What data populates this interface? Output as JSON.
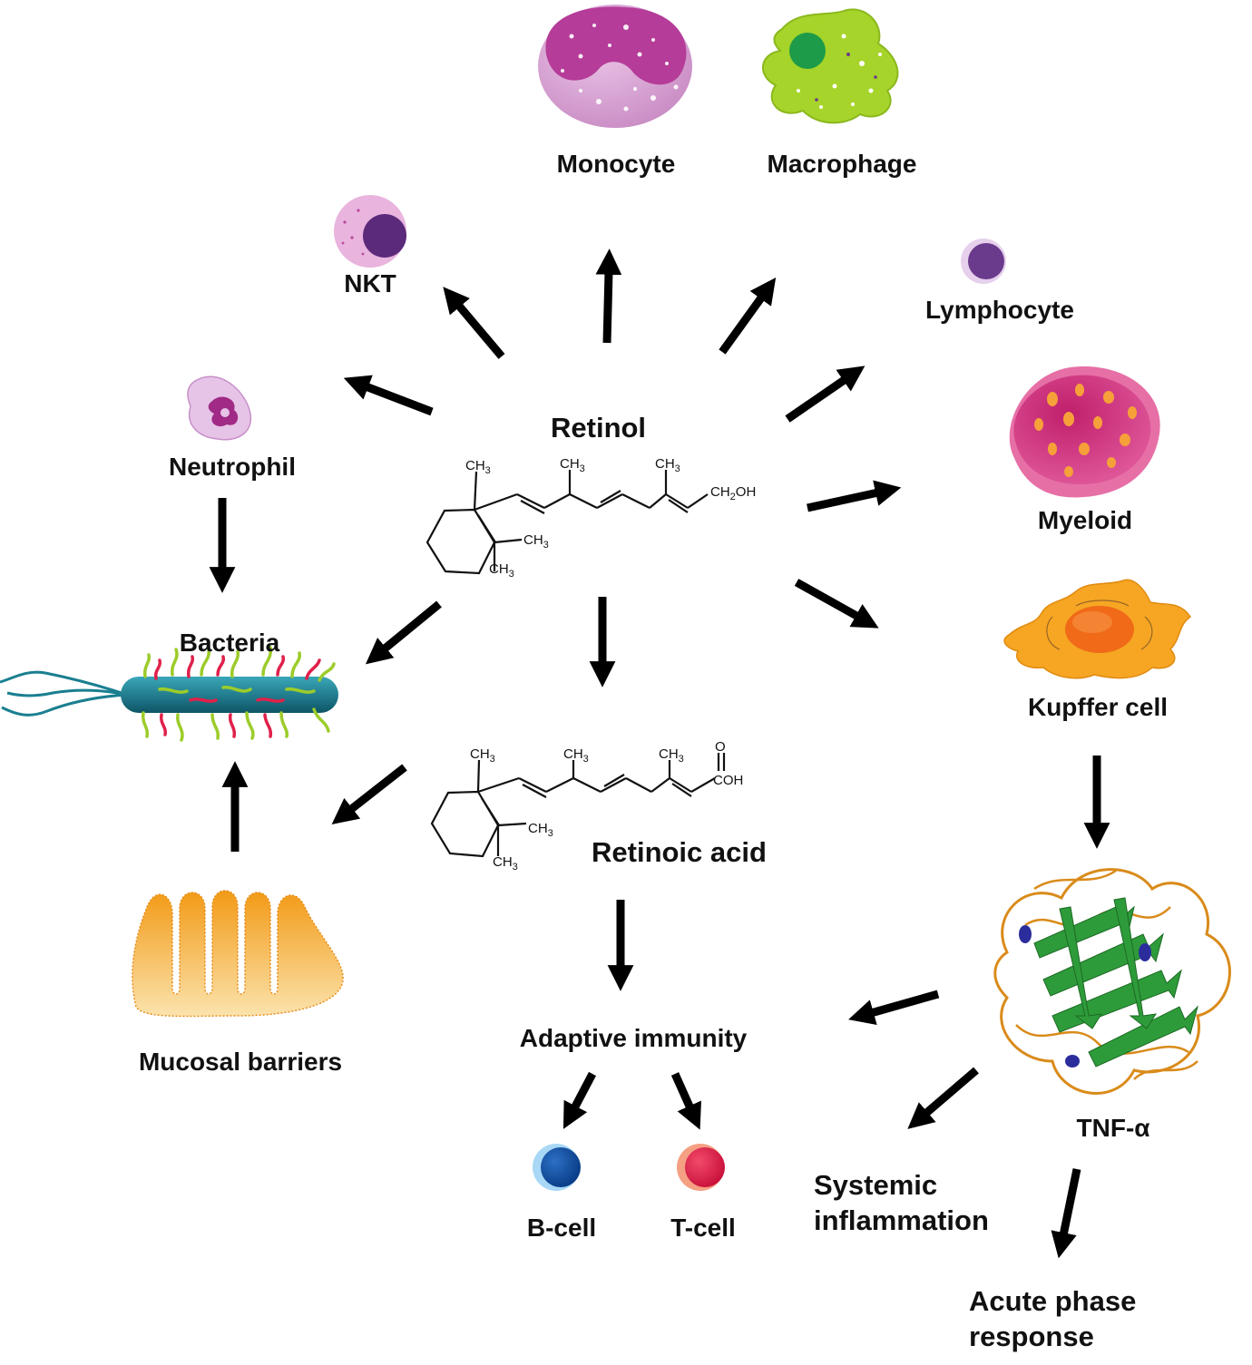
{
  "colors": {
    "arrow": "#000000",
    "monocyte": "#d39bce",
    "monocyte_nucleus": "#b53c98",
    "macrophage": "#a6d42a",
    "macrophage_nucleus": "#1e9b48",
    "nkt": "#e9b4de",
    "nkt_nucleus": "#5b2a7b",
    "lymphocyte": "#6a3a8c",
    "neutrophil": "#e6c4e8",
    "myeloid": "#cc2a74",
    "myeloid_granules": "#f6a03a",
    "kupffer": "#f6a623",
    "kupffer_nucleus": "#f06a18",
    "bacteria_body": "#1a7f90",
    "mucosa": "#f6b33a",
    "b_cell": "#0a4a9c",
    "t_cell": "#e0214a",
    "tnf_sheet": "#2e9b3a",
    "tnf_loop": "#d98b1a",
    "tnf_helix": "#2b2d9c"
  },
  "labels": {
    "retinol": "Retinol",
    "retinoic_acid": "Retinoic acid",
    "monocyte": "Monocyte",
    "macrophage": "Macrophage",
    "nkt": "NKT",
    "lymphocyte": "Lymphocyte",
    "neutrophil": "Neutrophil",
    "myeloid": "Myeloid",
    "kupffer": "Kupffer cell",
    "bacteria": "Bacteria",
    "mucosal": "Mucosal barriers",
    "adaptive": "Adaptive immunity",
    "b_cell": "B-cell",
    "t_cell": "T-cell",
    "tnf": "TNF-α",
    "systemic_1": "Systemic",
    "systemic_2": "inflammation",
    "acute_1": "Acute phase",
    "acute_2": "response"
  },
  "chem": {
    "methyl": "CH",
    "methyl_sub": "3",
    "ch2oh_a": "CH",
    "ch2oh_sub": "2",
    "ch2oh_b": "OH",
    "carbonyl_o": "O",
    "cooh": "COH"
  }
}
